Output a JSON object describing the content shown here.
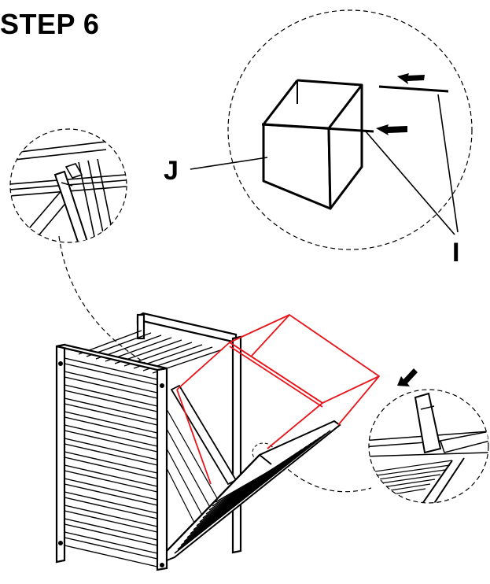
{
  "step": {
    "title": "STEP 6"
  },
  "labels": {
    "part_j": "J",
    "part_i": "I"
  },
  "colors": {
    "line": "#000000",
    "highlight": "#e8151b",
    "background": "#ffffff"
  }
}
